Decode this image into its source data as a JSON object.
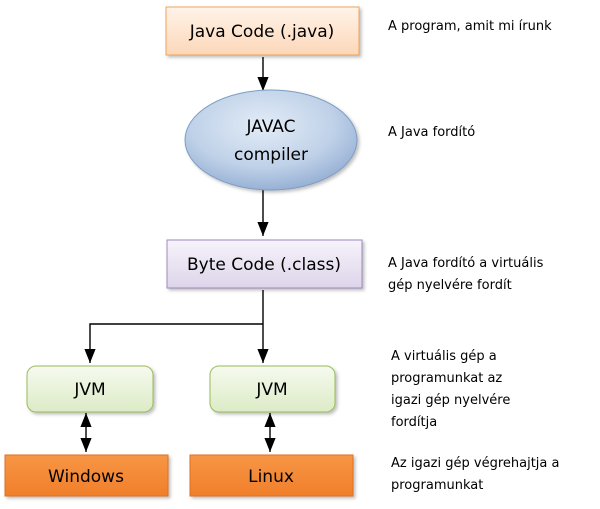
{
  "nodes": {
    "source": "Java Code (.java)",
    "compiler_line1": "JAVAC",
    "compiler_line2": "compiler",
    "bytecode": "Byte Code (.class)",
    "jvm_left": "JVM",
    "jvm_right": "JVM",
    "os_left": "Windows",
    "os_right": "Linux"
  },
  "notes": {
    "source": "A program, amit mi írunk",
    "compiler": "A Java fordító",
    "bytecode": "A Java fordító a virtuális\ngép nyelvére fordít",
    "jvm": "A virtuális gép a\nprogramunkat az\nigazi gép nyelvére\nfordítja",
    "os": "Az igazi gép végrehajtja a\nprogramunkat"
  },
  "colors": {
    "source_fill": "#fde4d0",
    "source_border": "#f0a35f",
    "ellipse_fill": "#b8cce4",
    "ellipse_border": "#7e9cc4",
    "bytecode_fill": "#ebe6f2",
    "bytecode_border": "#9f8ac0",
    "jvm_fill": "#eaf3dc",
    "jvm_border": "#9bbb59",
    "os_fill": "#f68d3a",
    "os_border": "#e07020",
    "line": "#000000"
  }
}
